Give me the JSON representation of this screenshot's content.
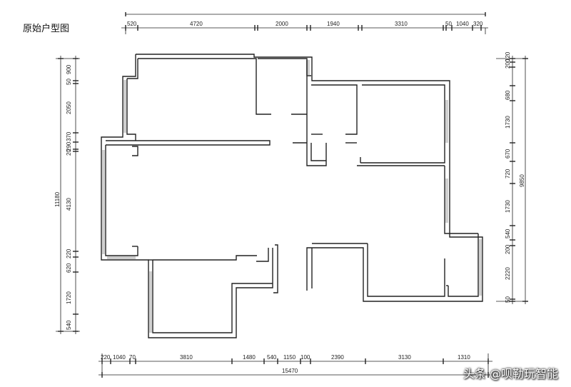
{
  "title": "原始户型图",
  "watermark": "头条 @呗勒玩智能",
  "dims": {
    "top": [
      "520",
      "4720",
      "2000",
      "1940",
      "3310",
      "50",
      "1040",
      "320"
    ],
    "bottom": [
      "220",
      "1040",
      "70",
      "3810",
      "1480",
      "540",
      "1150",
      "100",
      "2390",
      "3130",
      "1310"
    ],
    "bottom_total": "15470",
    "left": [
      "900",
      "50",
      "2050",
      "370",
      "290",
      "20",
      "4130",
      "220",
      "620",
      "1720",
      "540"
    ],
    "left_total": "11180",
    "right": [
      "120",
      "200",
      "680",
      "1730",
      "670",
      "720",
      "1730",
      "540",
      "200",
      "2220",
      "50"
    ],
    "right_total": "9850"
  }
}
